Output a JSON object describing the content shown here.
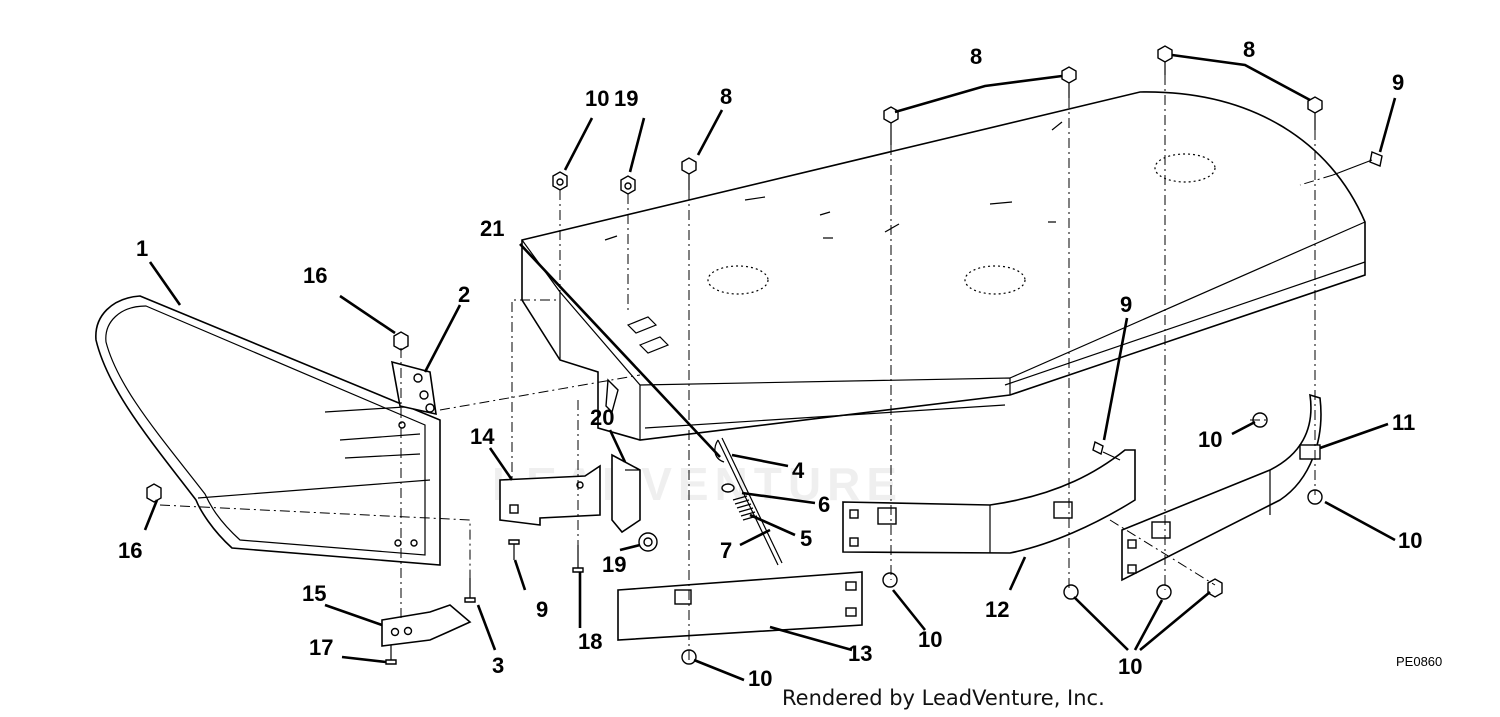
{
  "diagram": {
    "figure_code": "PE0860",
    "credit": "Rendered by LeadVenture, Inc.",
    "watermark": "LEADVENTURE",
    "callouts": [
      {
        "id": "c1",
        "label": "1"
      },
      {
        "id": "c2",
        "label": "2"
      },
      {
        "id": "c3",
        "label": "3"
      },
      {
        "id": "c4",
        "label": "4"
      },
      {
        "id": "c5",
        "label": "5"
      },
      {
        "id": "c6",
        "label": "6"
      },
      {
        "id": "c7",
        "label": "7"
      },
      {
        "id": "c8a",
        "label": "8"
      },
      {
        "id": "c8b",
        "label": "8"
      },
      {
        "id": "c8c",
        "label": "8"
      },
      {
        "id": "c9a",
        "label": "9"
      },
      {
        "id": "c9b",
        "label": "9"
      },
      {
        "id": "c9c",
        "label": "9"
      },
      {
        "id": "c10a",
        "label": "10"
      },
      {
        "id": "c10b",
        "label": "10"
      },
      {
        "id": "c10c",
        "label": "10"
      },
      {
        "id": "c10d",
        "label": "10"
      },
      {
        "id": "c10e",
        "label": "10"
      },
      {
        "id": "c10f",
        "label": "10"
      },
      {
        "id": "c11",
        "label": "11"
      },
      {
        "id": "c12",
        "label": "12"
      },
      {
        "id": "c13",
        "label": "13"
      },
      {
        "id": "c14",
        "label": "14"
      },
      {
        "id": "c15",
        "label": "15"
      },
      {
        "id": "c16a",
        "label": "16"
      },
      {
        "id": "c16b",
        "label": "16"
      },
      {
        "id": "c17",
        "label": "17"
      },
      {
        "id": "c18",
        "label": "18"
      },
      {
        "id": "c19a",
        "label": "19"
      },
      {
        "id": "c19b",
        "label": "19"
      },
      {
        "id": "c20",
        "label": "20"
      },
      {
        "id": "c21",
        "label": "21"
      }
    ]
  }
}
